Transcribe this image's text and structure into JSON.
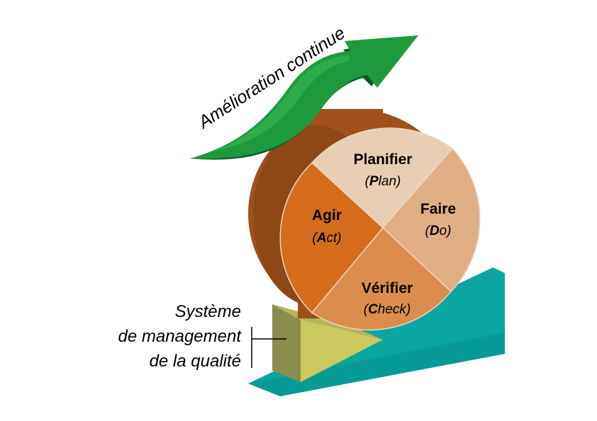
{
  "arrow": {
    "label": "Amélioration continue"
  },
  "wheel": {
    "quadrants": [
      {
        "id": "plan",
        "title": "Planifier",
        "sub_bold": "P",
        "sub_rest": "lan"
      },
      {
        "id": "do",
        "title": "Faire",
        "sub_bold": "D",
        "sub_rest": "o"
      },
      {
        "id": "check",
        "title": "Vérifier",
        "sub_bold": "C",
        "sub_rest": "heck"
      },
      {
        "id": "act",
        "title": "Agir",
        "sub_bold": "A",
        "sub_rest": "ct"
      }
    ]
  },
  "support": {
    "label_lines": [
      "Système",
      "de management",
      "de la qualité"
    ]
  },
  "colors": {
    "plan": "#e8ceb4",
    "do": "#dfae82",
    "check": "#dc8c4c",
    "act": "#d46c1c",
    "wheel_side": "#a8541a",
    "arrow_green": "#1e9a3c",
    "arrow_dark": "#0f5a22",
    "ramp_top": "#0aa5a0",
    "ramp_side": "#06807c",
    "wedge_light": "#c8c860",
    "wedge_dark": "#8a8c4c"
  }
}
